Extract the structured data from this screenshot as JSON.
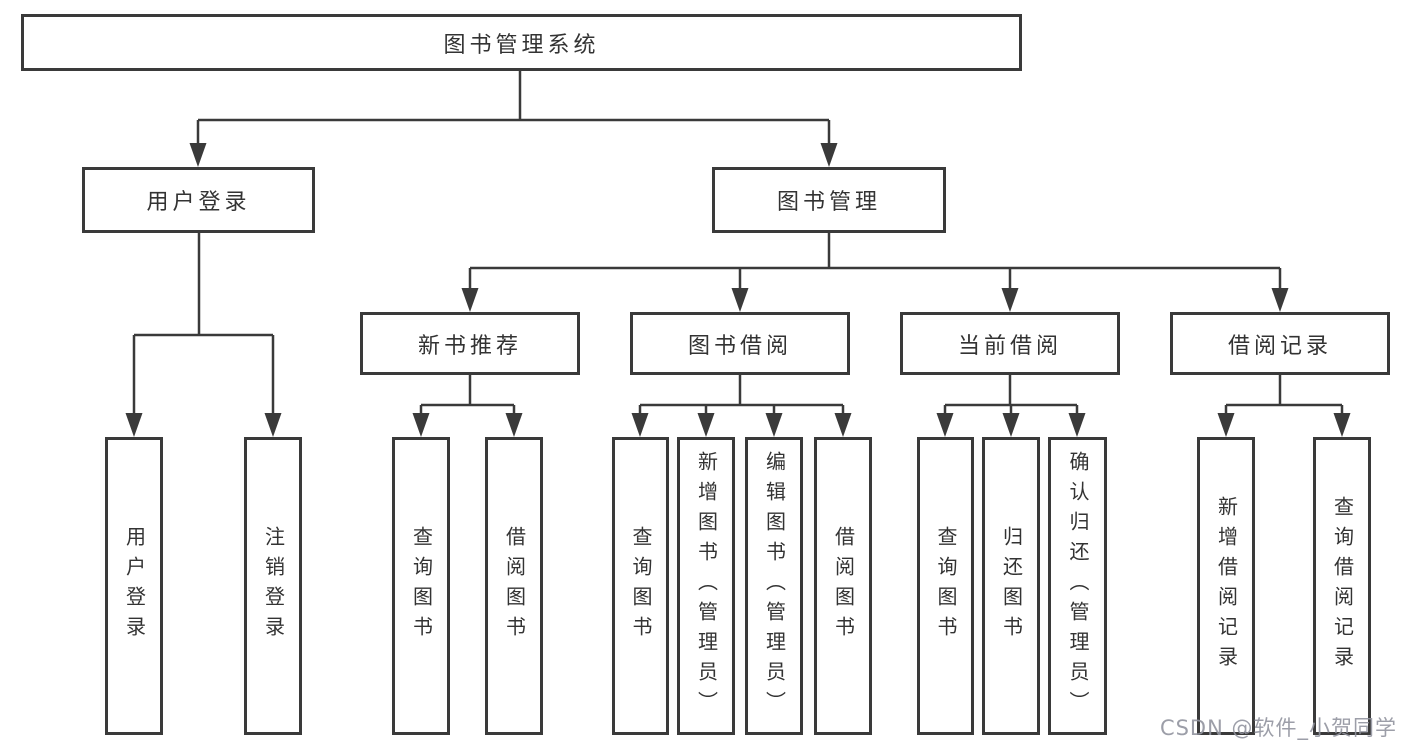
{
  "tree": {
    "label": "图书管理系统",
    "children": [
      {
        "label": "用户登录",
        "children": [
          {
            "label": "用户登录"
          },
          {
            "label": "注销登录"
          }
        ]
      },
      {
        "label": "图书管理",
        "children": [
          {
            "label": "新书推荐",
            "children": [
              {
                "label": "查询图书"
              },
              {
                "label": "借阅图书"
              }
            ]
          },
          {
            "label": "图书借阅",
            "children": [
              {
                "label": "查询图书"
              },
              {
                "label": "新增图书（管理员）"
              },
              {
                "label": "编辑图书（管理员）"
              },
              {
                "label": "借阅图书"
              }
            ]
          },
          {
            "label": "当前借阅",
            "children": [
              {
                "label": "查询图书"
              },
              {
                "label": "归还图书"
              },
              {
                "label": "确认归还（管理员）"
              }
            ]
          },
          {
            "label": "借阅记录",
            "children": [
              {
                "label": "新增借阅记录"
              },
              {
                "label": "查询借阅记录"
              }
            ]
          }
        ]
      }
    ]
  },
  "watermark": {
    "text": "CSDN @软件_小贺同学"
  },
  "colors": {
    "line": "#3a3a3a",
    "box_border": "#3a3a3a",
    "text": "#333333",
    "watermark": "#91949e",
    "background": "#ffffff"
  }
}
